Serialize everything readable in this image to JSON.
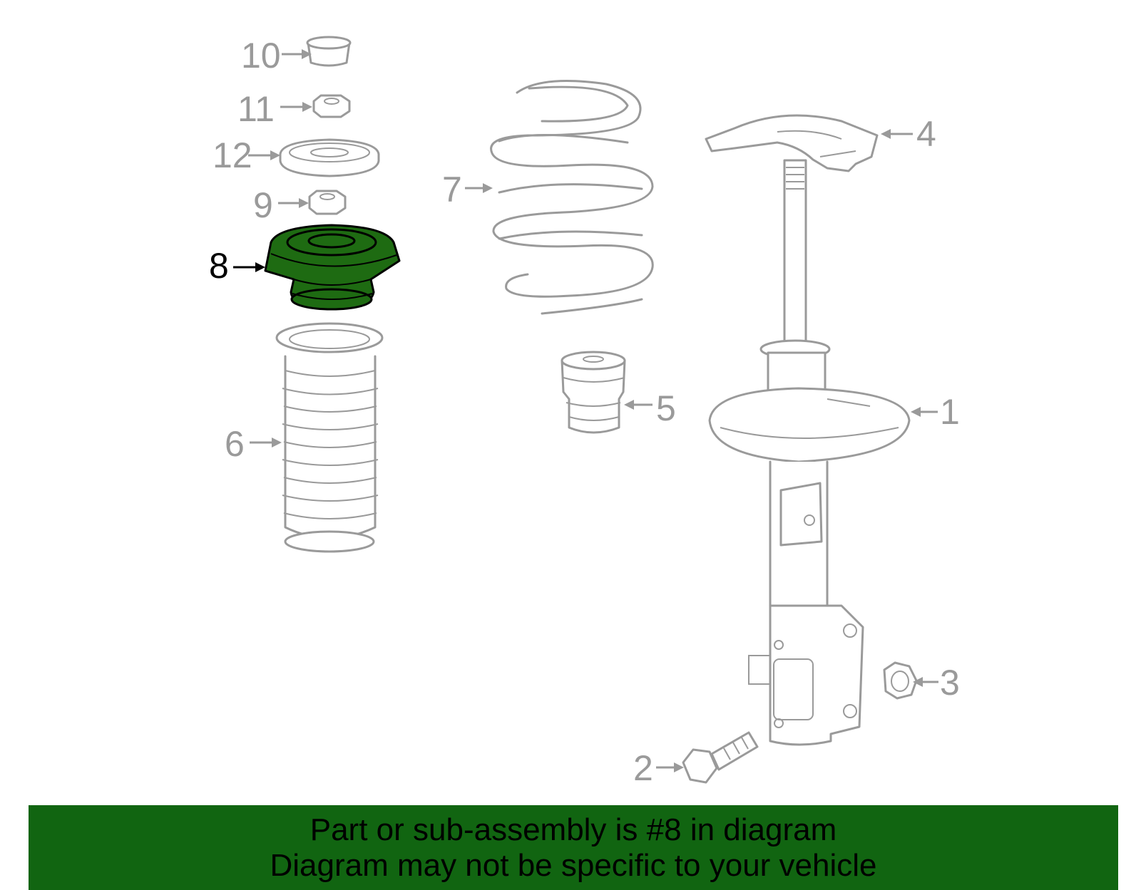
{
  "diagram": {
    "highlight_color": "#1e6b12",
    "line_color": "#9a9a9a",
    "callouts": [
      {
        "id": "1",
        "label": "1"
      },
      {
        "id": "2",
        "label": "2"
      },
      {
        "id": "3",
        "label": "3"
      },
      {
        "id": "4",
        "label": "4"
      },
      {
        "id": "5",
        "label": "5"
      },
      {
        "id": "6",
        "label": "6"
      },
      {
        "id": "7",
        "label": "7"
      },
      {
        "id": "8",
        "label": "8",
        "highlighted": true
      },
      {
        "id": "9",
        "label": "9"
      },
      {
        "id": "10",
        "label": "10"
      },
      {
        "id": "11",
        "label": "11"
      },
      {
        "id": "12",
        "label": "12"
      }
    ]
  },
  "banner": {
    "background": "#116511",
    "line1": "Part or sub-assembly is #8 in diagram",
    "line2": "Diagram may not be specific to your vehicle"
  }
}
